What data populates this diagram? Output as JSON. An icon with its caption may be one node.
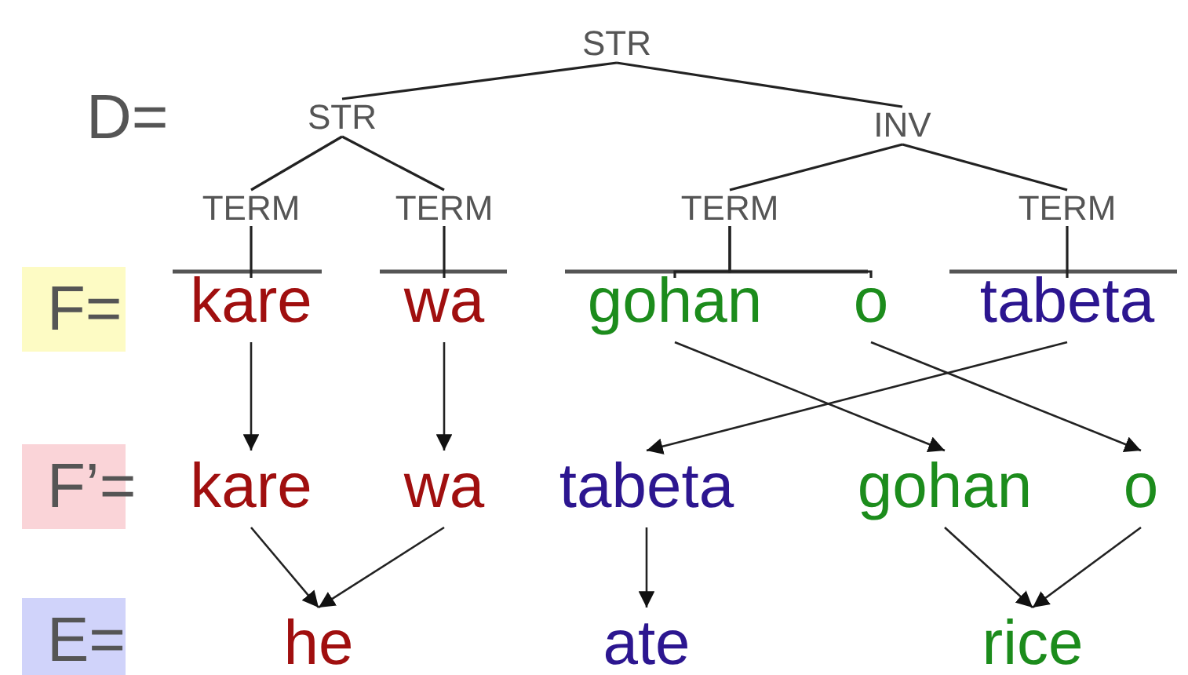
{
  "diagram": {
    "nodes": [
      {
        "text": [
          "STR"
        ]
      },
      {
        "text": [
          "STR"
        ]
      },
      {
        "text": [
          "INV"
        ]
      },
      {
        "text": [
          "TERM"
        ]
      },
      {
        "text": [
          "TERM"
        ]
      },
      {
        "text": [
          "TERM"
        ]
      },
      {
        "text": [
          "TERM"
        ]
      },
      {
        "text": [
          "kare"
        ]
      },
      {
        "text": [
          "wa"
        ]
      },
      {
        "text": [
          "gohan"
        ]
      },
      {
        "text": [
          "o"
        ]
      },
      {
        "text": [
          "tabeta"
        ]
      },
      {
        "text": [
          "kare"
        ]
      },
      {
        "text": [
          "wa"
        ]
      },
      {
        "text": [
          "tabeta"
        ]
      },
      {
        "text": [
          "gohan"
        ]
      },
      {
        "text": [
          "o"
        ]
      },
      {
        "text": [
          "he"
        ]
      },
      {
        "text": [
          "ate"
        ]
      },
      {
        "text": [
          "rice"
        ]
      }
    ],
    "edges": [
      {
        "from": 0,
        "to": 1,
        "arrow": "none"
      },
      {
        "from": 0,
        "to": 2,
        "arrow": "none"
      },
      {
        "from": 1,
        "to": 3,
        "arrow": "none"
      },
      {
        "from": 1,
        "to": 4,
        "arrow": "none"
      },
      {
        "from": 2,
        "to": 5,
        "arrow": "none"
      },
      {
        "from": 2,
        "to": 6,
        "arrow": "none"
      },
      {
        "from": 3,
        "to": 7,
        "arrow": "none"
      },
      {
        "from": 4,
        "to": 8,
        "arrow": "none"
      },
      {
        "from": 5,
        "to": 9,
        "arrow": "none"
      },
      {
        "from": 5,
        "to": 10,
        "arrow": "none"
      },
      {
        "from": 6,
        "to": 11,
        "arrow": "none"
      },
      {
        "from": 7,
        "to": 12,
        "arrow": "to"
      },
      {
        "from": 8,
        "to": 13,
        "arrow": "to"
      },
      {
        "from": 9,
        "to": 15,
        "arrow": "to"
      },
      {
        "from": 10,
        "to": 16,
        "arrow": "to"
      },
      {
        "from": 11,
        "to": 14,
        "arrow": "to"
      },
      {
        "from": 12,
        "to": 17,
        "arrow": "to"
      },
      {
        "from": 13,
        "to": 17,
        "arrow": "to"
      },
      {
        "from": 14,
        "to": 18,
        "arrow": "to"
      },
      {
        "from": 15,
        "to": 19,
        "arrow": "to"
      },
      {
        "from": 16,
        "to": 19,
        "arrow": "to"
      }
    ],
    "labels": [
      "D=",
      "F=",
      "F’=",
      "E="
    ]
  }
}
